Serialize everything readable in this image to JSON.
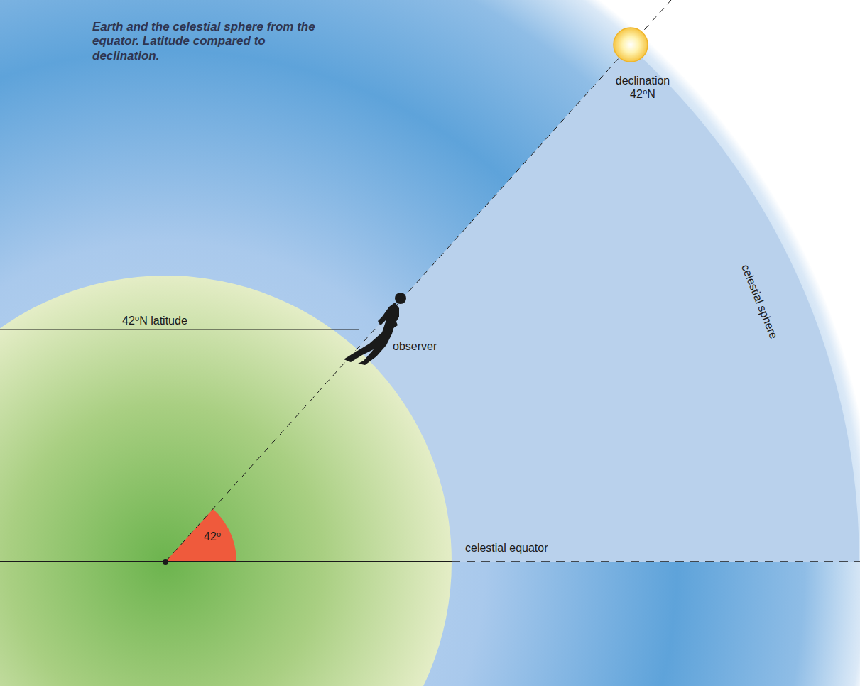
{
  "diagram": {
    "title": "Earth and the celestial sphere from the equator. Latitude compared to declination.",
    "labels": [
      "declination 42⁰N",
      "celestial sphere",
      "observer",
      "42⁰N latitude",
      "42⁰",
      "celestial equator"
    ]
  }
}
